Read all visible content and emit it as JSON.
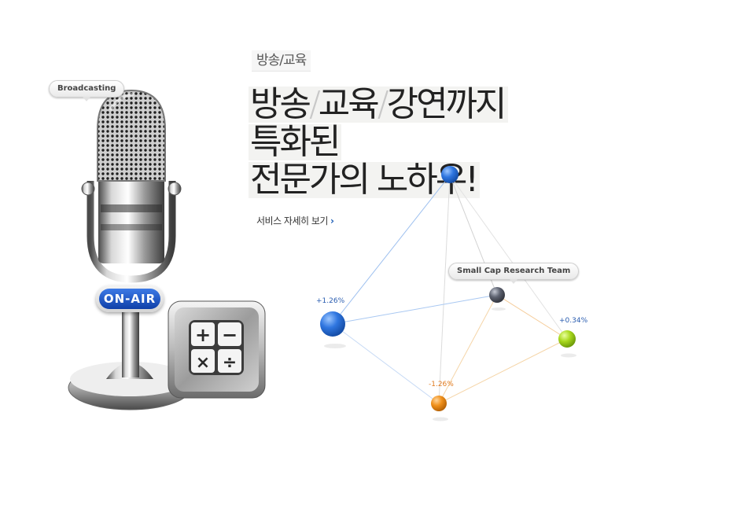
{
  "category_tag": "방송/교육",
  "headline": {
    "line1": {
      "part1": "방송",
      "slash": "/",
      "part2": "교육",
      "part3": "강연까지"
    },
    "line2": "특화된",
    "line3": "전문가의 노하우!"
  },
  "detail_link": {
    "label": "서비스 자세히 보기",
    "chevron": "›"
  },
  "mic": {
    "bubble_label": "Broadcasting",
    "badge_label": "ON-AIR"
  },
  "calculator": {
    "keys": [
      "+",
      "−",
      "×",
      "÷"
    ]
  },
  "network": {
    "bubble_label": "Small Cap Research Team",
    "labels": {
      "blue": "+1.26%",
      "green": "+0.34%",
      "orange": "-1.26%"
    },
    "colors": {
      "blue": "#2f76e0",
      "green": "#a8d81c",
      "orange": "#f0901a",
      "gray": "#5d6270"
    }
  }
}
